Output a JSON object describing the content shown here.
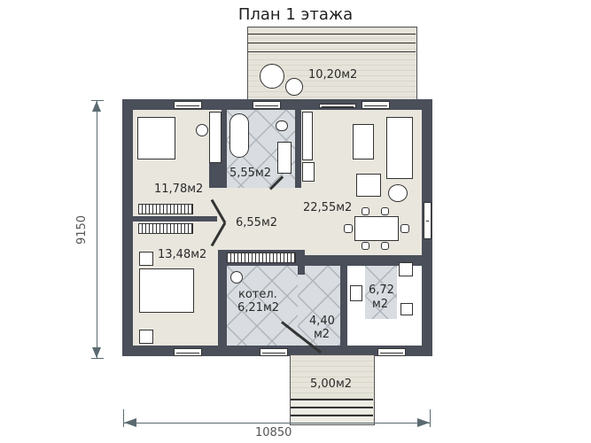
{
  "title": "План 1 этажа",
  "rooms": [
    {
      "id": "terrace",
      "area": "10,20м2"
    },
    {
      "id": "bedroom-1",
      "area": "11,78м2"
    },
    {
      "id": "bathroom",
      "area": "5,55м2"
    },
    {
      "id": "living-room",
      "area": "22,55м2"
    },
    {
      "id": "hall",
      "area": "6,55м2"
    },
    {
      "id": "bedroom-2",
      "area": "13,48м2"
    },
    {
      "id": "boiler-room",
      "name": "котел.",
      "area": "6,21м2"
    },
    {
      "id": "entry",
      "area_line1": "4,40",
      "area_line2": "м2"
    },
    {
      "id": "kitchen",
      "area_line1": "6,72",
      "area_line2": "м2"
    },
    {
      "id": "porch",
      "area": "5,00м2"
    }
  ],
  "dimensions": {
    "width": "10850",
    "height": "9150"
  },
  "colors": {
    "wall": "#4a4f5a",
    "floor": "#e9e6de",
    "tile": "#d9dde1",
    "dimension": "#5a6a70"
  }
}
